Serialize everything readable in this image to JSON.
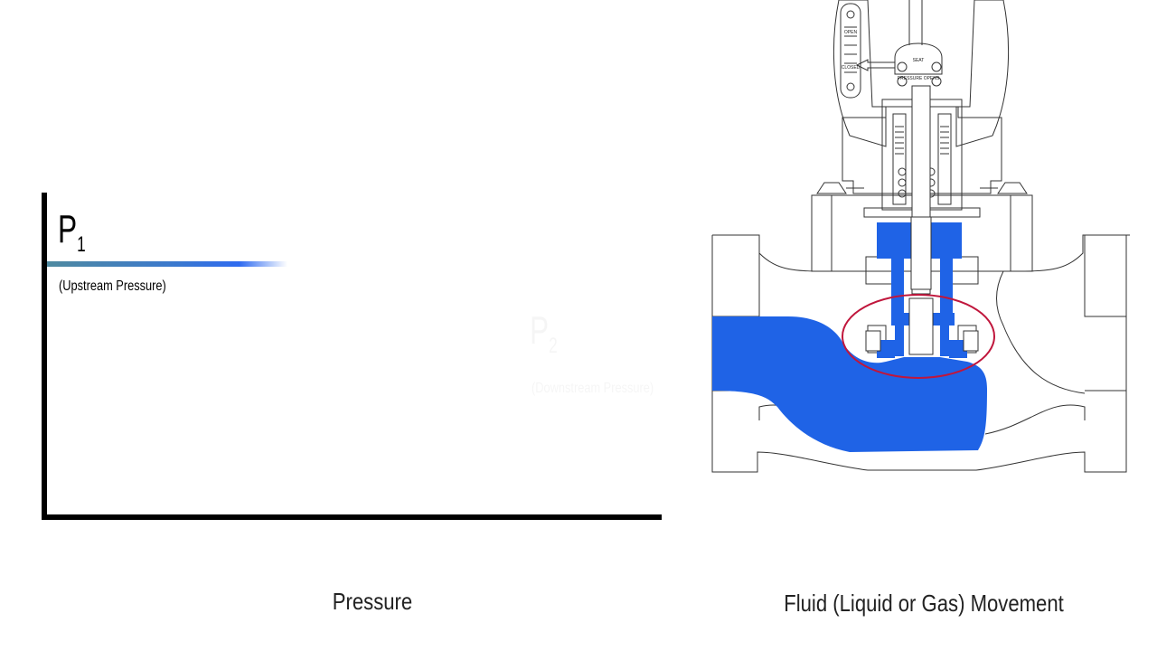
{
  "pressure_chart": {
    "p1_symbol": "P",
    "p1_subscript": "1",
    "p1_caption": "(Upstream Pressure)",
    "p2_symbol": "P",
    "p2_subscript": "2",
    "p2_caption": "(Downstream Pressure)"
  },
  "captions": {
    "pressure": "Pressure",
    "fluid": "Fluid (Liquid or Gas) Movement"
  },
  "valve_labels": {
    "open": "OPEN",
    "closed": "CLOSED",
    "seat": "SEAT",
    "pressure_opens": "PRESSURE OPENS"
  },
  "colors": {
    "fluid": "#1f63e6",
    "highlight_ring": "#c0163c",
    "axis": "#000000",
    "gauge_gradient_start": "#4f8aa0",
    "gauge_gradient_end": "#2f6bf0"
  }
}
